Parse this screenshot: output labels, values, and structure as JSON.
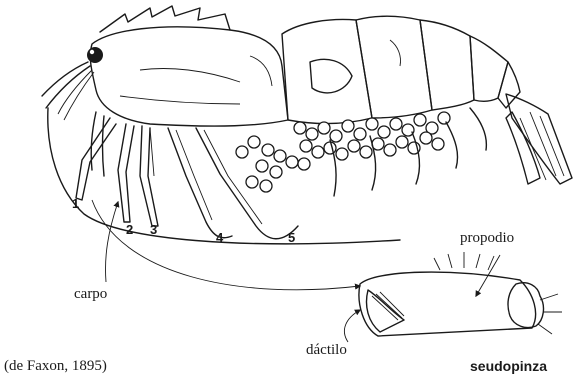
{
  "leg_numbers": [
    "1",
    "2",
    "3",
    "4",
    "5"
  ],
  "labels": {
    "carpo": "carpo",
    "propodio": "propodio",
    "dactilo": "dáctilo",
    "pseudochela": "seudopinza",
    "credit": "(de Faxon, 1895)"
  }
}
